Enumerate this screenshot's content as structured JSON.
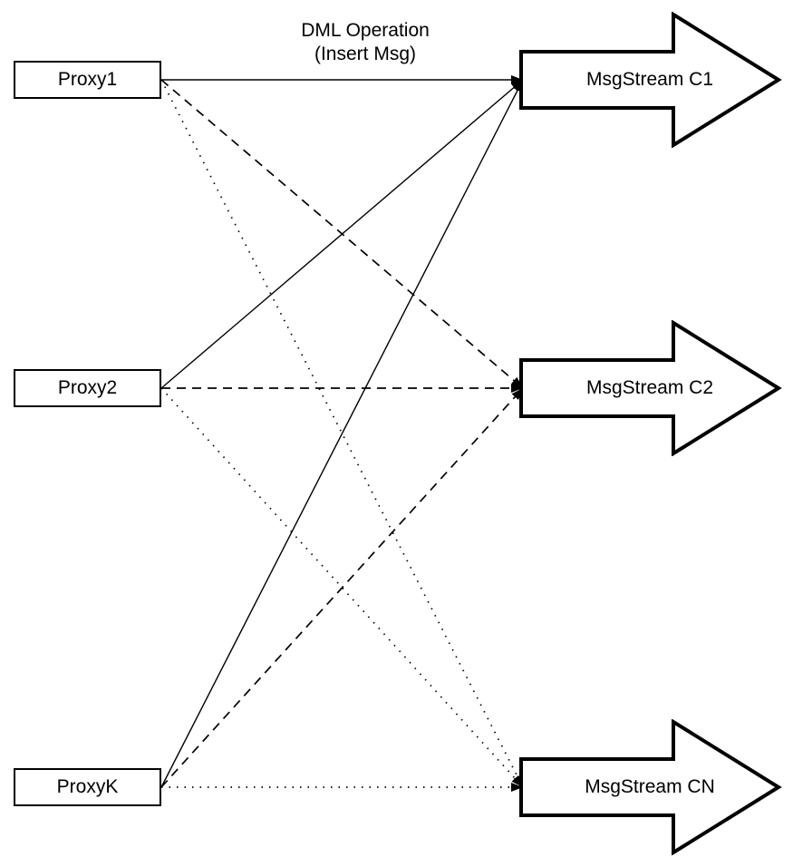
{
  "diagram": {
    "title": {
      "line1": "DML Operation",
      "line2": "(Insert Msg)"
    },
    "proxies": [
      {
        "id": "proxy1",
        "label": "Proxy1"
      },
      {
        "id": "proxy2",
        "label": "Proxy2"
      },
      {
        "id": "proxyk",
        "label": "ProxyK"
      }
    ],
    "streams": [
      {
        "id": "c1",
        "label": "MsgStream C1"
      },
      {
        "id": "c2",
        "label": "MsgStream C2"
      },
      {
        "id": "cn",
        "label": "MsgStream CN"
      }
    ],
    "edges": [
      {
        "from": "proxy1",
        "to": "c1",
        "style": "solid"
      },
      {
        "from": "proxy1",
        "to": "c2",
        "style": "dashed"
      },
      {
        "from": "proxy1",
        "to": "cn",
        "style": "dotted"
      },
      {
        "from": "proxy2",
        "to": "c1",
        "style": "solid"
      },
      {
        "from": "proxy2",
        "to": "c2",
        "style": "dashed"
      },
      {
        "from": "proxy2",
        "to": "cn",
        "style": "dotted"
      },
      {
        "from": "proxyk",
        "to": "c1",
        "style": "solid"
      },
      {
        "from": "proxyk",
        "to": "c2",
        "style": "dashed"
      },
      {
        "from": "proxyk",
        "to": "cn",
        "style": "dotted"
      }
    ],
    "colors": {
      "stroke": "#000000",
      "fill": "#ffffff"
    }
  }
}
